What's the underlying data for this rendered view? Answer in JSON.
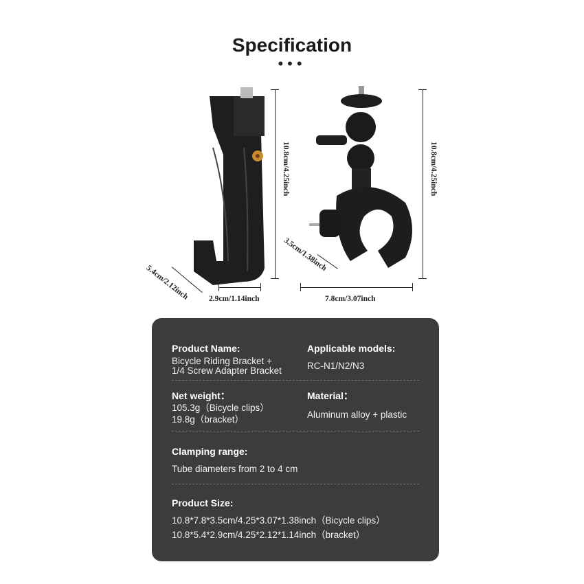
{
  "header": {
    "title": "Specification",
    "dots": "•••"
  },
  "dimensions": {
    "bracket_height": "10.8cm/4.25inch",
    "bracket_depth": "5.4cm/2.12inch",
    "bracket_width": "2.9cm/1.14inch",
    "clip_height": "10.8cm/4.25inch",
    "clip_depth": "3.5cm/1.38inch",
    "clip_width": "7.8cm/3.07inch"
  },
  "specs": {
    "product_name": {
      "label": "Product Name:",
      "lines": [
        "Bicycle Riding Bracket +",
        "1/4 Screw Adapter Bracket"
      ]
    },
    "applicable_models": {
      "label": "Applicable models:",
      "value": "RC-N1/N2/N3"
    },
    "net_weight": {
      "label": "Net weight：",
      "lines": [
        "105.3g（Bicycle clips）",
        "19.8g（bracket）"
      ]
    },
    "material": {
      "label": "Material：",
      "value": "Aluminum alloy + plastic"
    },
    "clamping_range": {
      "label": "Clamping range:",
      "value": "Tube diameters from 2 to 4 cm"
    },
    "product_size": {
      "label": "Product Size:",
      "lines": [
        "10.8*7.8*3.5cm/4.25*3.07*1.38inch（Bicycle clips）",
        "10.8*5.4*2.9cm/4.25*2.12*1.14inch（bracket）"
      ]
    }
  }
}
